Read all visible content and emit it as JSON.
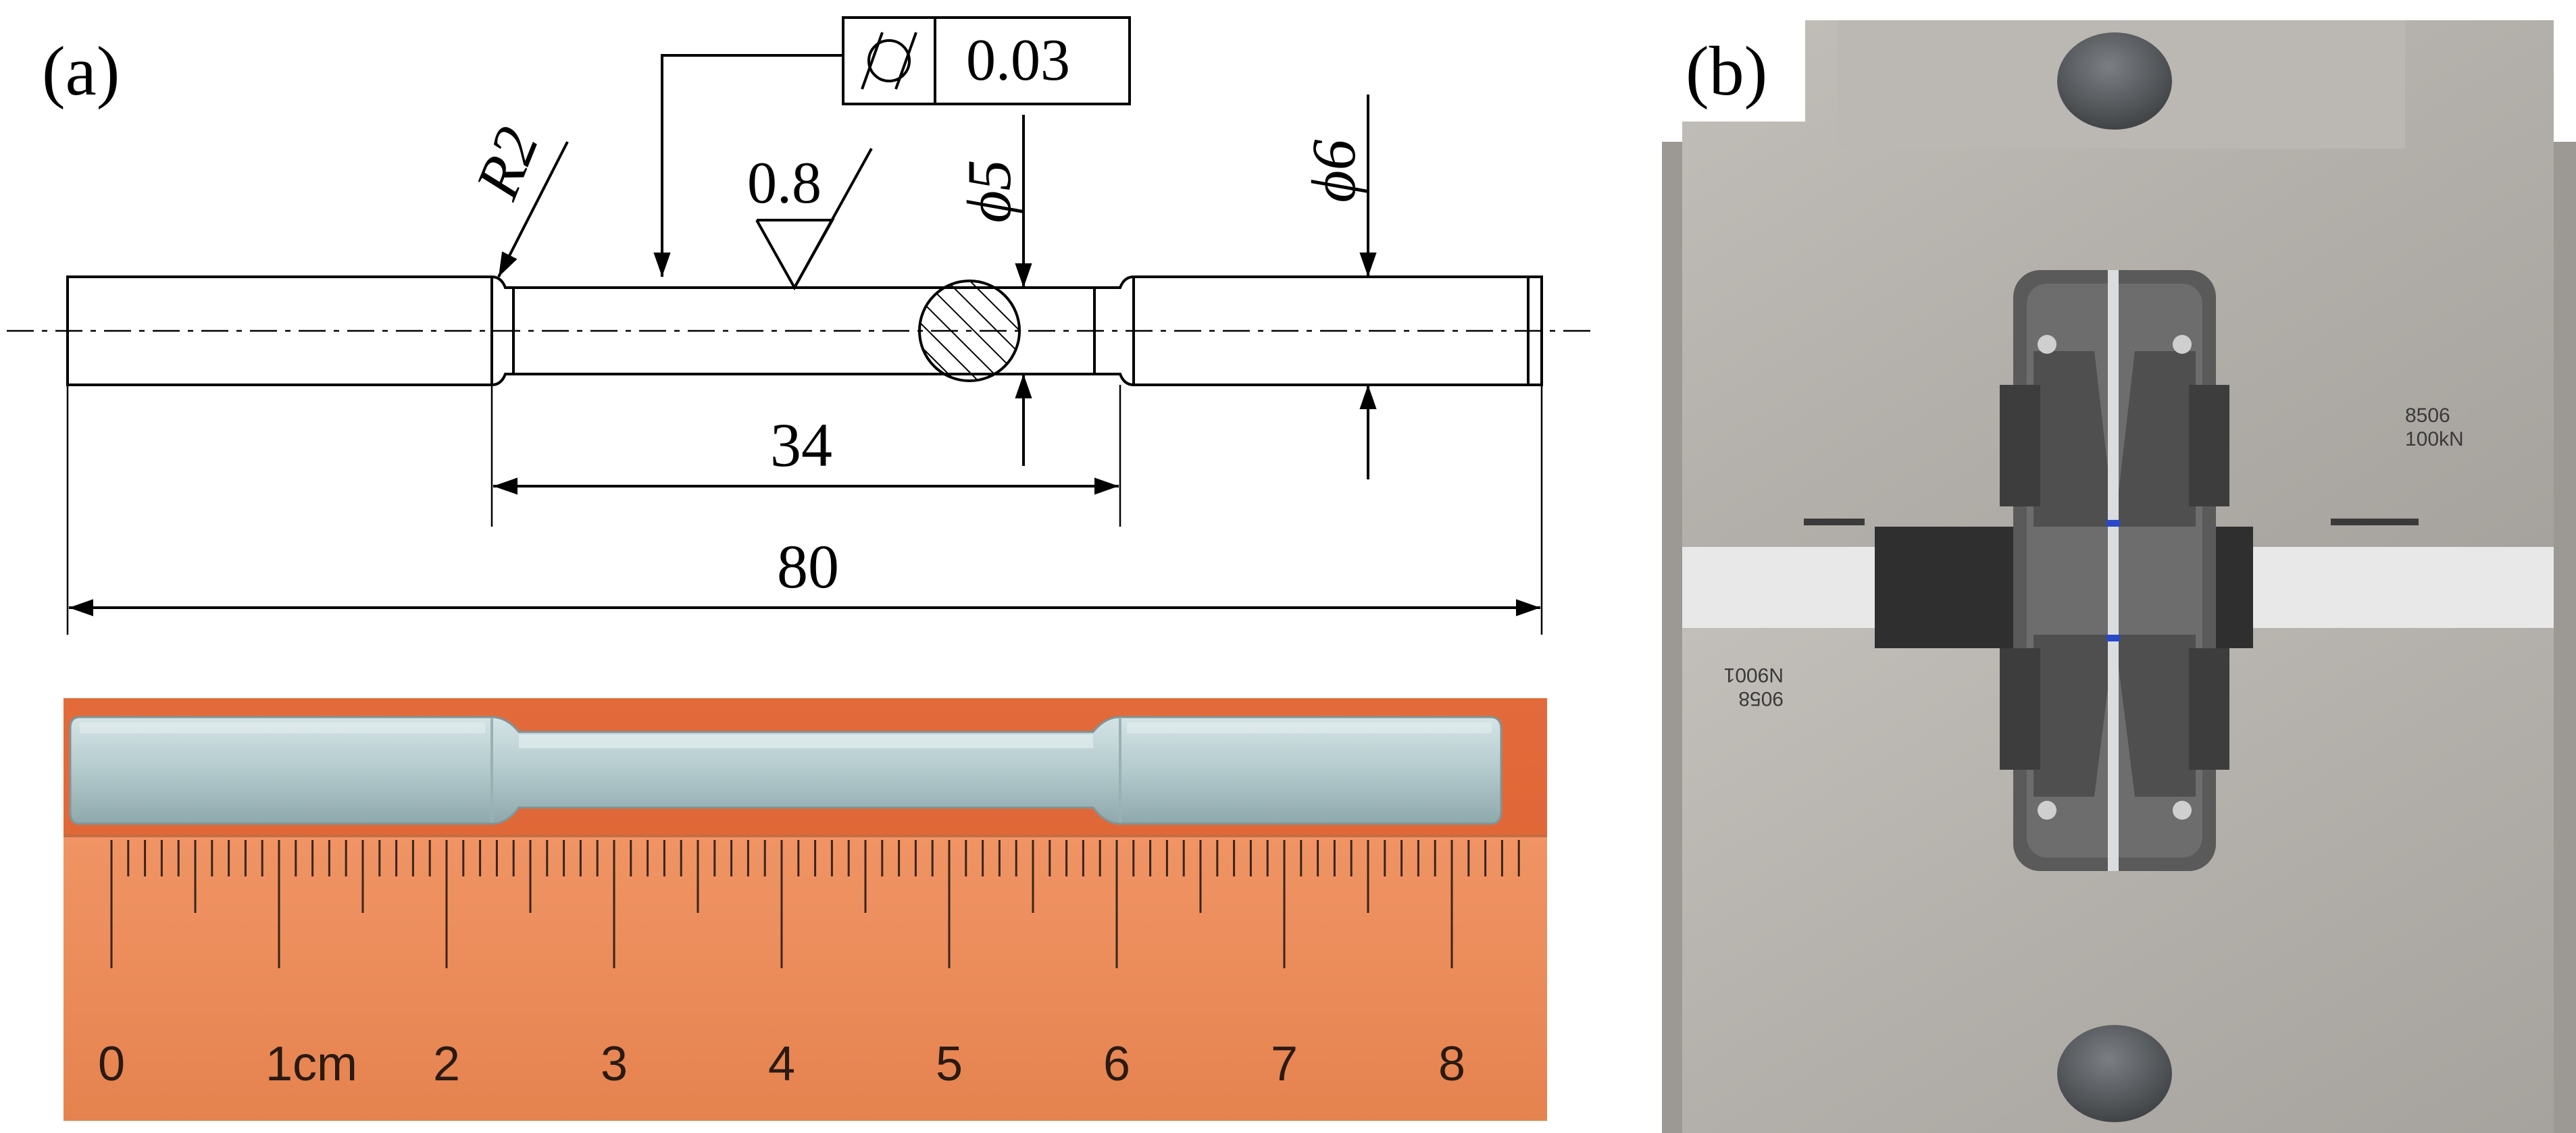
{
  "panel_a": {
    "label": "(a)",
    "drawing": {
      "radius_label": "R2",
      "roughness_label": "0.8",
      "tolerance_value": "0.03",
      "tolerance_symbol": "cylindricity-icon",
      "gauge_diameter": "ϕ5",
      "grip_diameter": "ϕ6",
      "gauge_length": "34",
      "total_length": "80"
    },
    "ruler": {
      "ticks": [
        "0",
        "1cm",
        "2",
        "3",
        "4",
        "5",
        "6",
        "7",
        "8"
      ]
    },
    "colors": {
      "line": "#000000",
      "specimen_metal": "#b8cfd2",
      "ruler_orange": "#e8895a",
      "photo_background": "#e06a3a"
    }
  },
  "panel_b": {
    "label": "(b)",
    "plate_marking_top_1": "8506",
    "plate_marking_top_2": "100kN",
    "plate_marking_bottom_1": "N9001",
    "plate_marking_bottom_2": "9058",
    "colors": {
      "steel": "#b5b1ac",
      "dark_steel": "#4a4a4a",
      "knob": "#5a5d60"
    }
  }
}
